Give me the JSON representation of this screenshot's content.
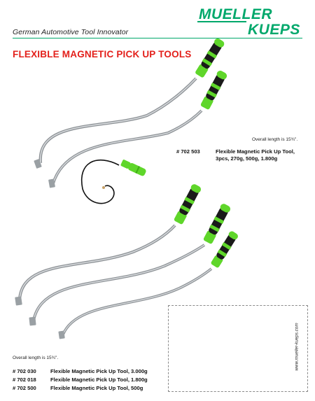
{
  "brand": {
    "logo_line1": "MUELLER",
    "logo_line2": "KUEPS",
    "tagline": "German Automotive Tool Innovator",
    "color": "#00a86b"
  },
  "page_title": "FLEXIBLE MAGNETIC PICK UP TOOLS",
  "title_color": "#e3201b",
  "set": {
    "overall_length": "Overall length is 15¾\".",
    "number": "# 702 503",
    "description_line1": "Flexible Magnetic Pick Up Tool,",
    "description_line2": "3pcs, 270g, 500g, 1.800g"
  },
  "singles": {
    "overall_length": "Overall length is 15¾\".",
    "items": [
      {
        "number": "# 702 030",
        "description": "Flexible Magnetic Pick Up Tool, 3.000g"
      },
      {
        "number": "# 702 018",
        "description": "Flexible Magnetic Pick Up Tool, 1.800g"
      },
      {
        "number": "# 702 500",
        "description": "Flexible Magnetic Pick Up Tool, 500g"
      }
    ]
  },
  "website": "www.mueller-kueps.com",
  "tool_colors": {
    "grip_green": "#5fd62a",
    "handle_black": "#1a1a1a",
    "shaft_grey": "#b5b9bc"
  }
}
